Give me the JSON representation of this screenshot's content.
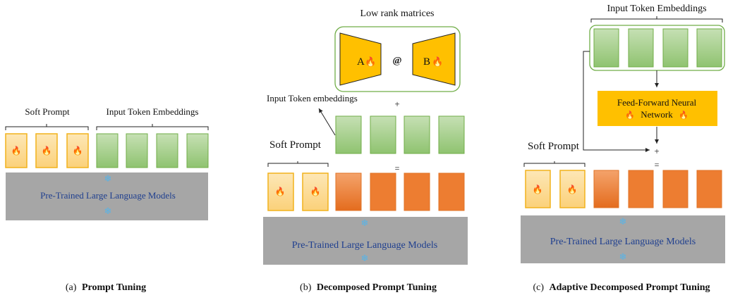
{
  "panels": {
    "a": {
      "soft_prompt_label": "Soft Prompt",
      "input_label": "Input Token Embeddings",
      "model_label": "Pre-Trained Large Language Models",
      "caption_prefix": "(a)",
      "caption_title": "Prompt Tuning"
    },
    "b": {
      "low_rank_label": "Low rank matrices",
      "matrix_a": "A",
      "matrix_b": "B",
      "at_symbol": "@",
      "input_label": "Input Token embeddings",
      "plus": "+",
      "equals": "=",
      "soft_prompt_label": "Soft Prompt",
      "model_label": "Pre-Trained Large Language Models",
      "caption_prefix": "(b)",
      "caption_title": "Decomposed Prompt Tuning"
    },
    "c": {
      "input_label": "Input Token Embeddings",
      "ffn_line1": "Feed-Forward Neural",
      "ffn_line2": "Network",
      "plus": "+",
      "equals": "=",
      "soft_prompt_label": "Soft Prompt",
      "model_label": "Pre-Trained Large Language Models",
      "caption_prefix": "(c)",
      "caption_title": "Adaptive Decomposed Prompt Tuning"
    }
  },
  "icons": {
    "trainable": "fire-icon",
    "frozen": "snowflake-icon"
  },
  "colors": {
    "soft_prompt_fill": "#fcd98f",
    "soft_prompt_border": "#f2b21c",
    "embedding_fill": "#a9d18e",
    "embedding_border": "#70ad47",
    "orange": "#ed7d31",
    "model_gray": "#a6a6a6",
    "matrix_gold": "#ffc000",
    "model_text": "#1f3f8f"
  }
}
